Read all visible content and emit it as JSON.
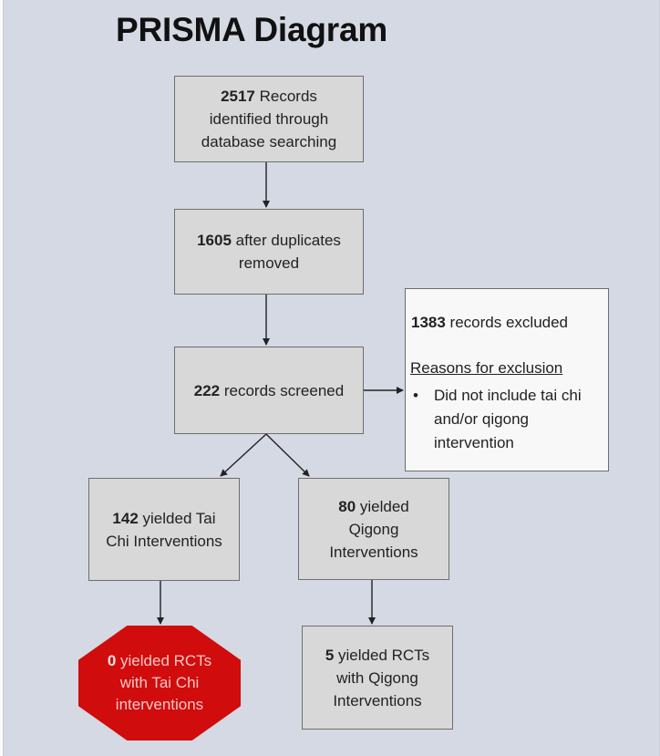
{
  "title": "PRISMA Diagram",
  "boxes": {
    "identified": {
      "number": "2517",
      "text_line1": " Records",
      "text_line2": "identified through",
      "text_line3": "database searching"
    },
    "after_duplicates": {
      "number": "1605",
      "text_line1": " after duplicates",
      "text_line2": "removed"
    },
    "screened": {
      "number": "222",
      "text_line1": " records screened"
    },
    "excluded": {
      "number": "1383",
      "text_line1": " records excluded",
      "reasons_heading": "Reasons for exclusion",
      "bullet": "•",
      "reason": "Did not include tai chi and/or qigong intervention"
    },
    "tai_chi": {
      "number": "142",
      "text_line1": " yielded Tai",
      "text_line2": "Chi Interventions"
    },
    "qigong": {
      "number": "80",
      "text_line1": " yielded",
      "text_line2": "Qigong",
      "text_line3": "Interventions"
    },
    "tai_chi_rcts": {
      "number": "0",
      "text_line1": " yielded RCTs",
      "text_line2": "with Tai Chi",
      "text_line3": "interventions",
      "fill_color": "#d00c0c"
    },
    "qigong_rcts": {
      "number": "5",
      "text_line1": " yielded RCTs",
      "text_line2": "with Qigong",
      "text_line3": "Interventions"
    }
  }
}
